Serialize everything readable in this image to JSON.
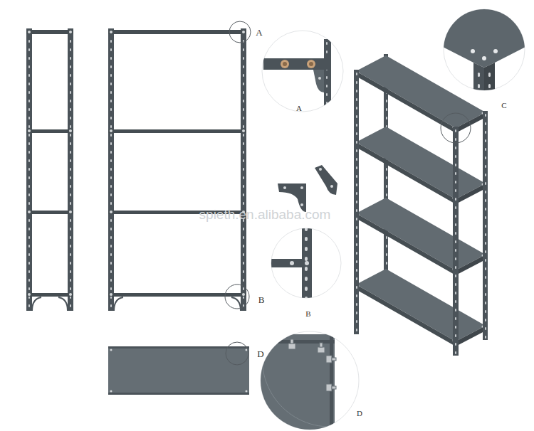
{
  "diagram": {
    "labels": [
      "A",
      "A",
      "C",
      "spieth.en.alibaba.com",
      "B",
      "B",
      "D",
      "D"
    ]
  }
}
